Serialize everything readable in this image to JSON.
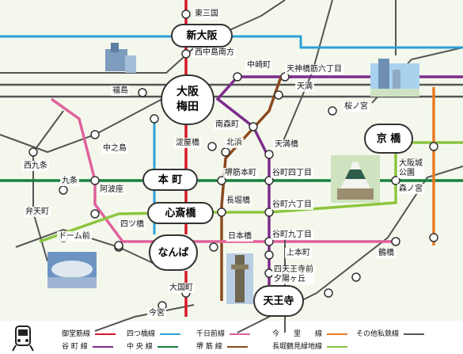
{
  "lines": [
    {
      "id": "midosuji",
      "color": "#d7192a"
    },
    {
      "id": "tanimachi",
      "color": "#7c2c8c"
    },
    {
      "id": "yotsubashi",
      "color": "#2ca0d8"
    },
    {
      "id": "chuo",
      "color": "#18803e"
    },
    {
      "id": "sennichimae",
      "color": "#e0619b"
    },
    {
      "id": "sakaisuji",
      "color": "#8c4a20"
    },
    {
      "id": "imazatosuji",
      "color": "#e97a26"
    },
    {
      "id": "nagahori",
      "color": "#8dc53e"
    },
    {
      "id": "private",
      "color": "#555555"
    }
  ],
  "hubs": {
    "shinosaka": "新大阪",
    "umeda": "大阪\n梅田",
    "kyobashi": "京 橋",
    "honmachi": "本 町",
    "shinsaibashi": "心斎橋",
    "namba": "なんば",
    "tennoji": "天王寺"
  },
  "stations": {
    "higashimikuni": "東三国",
    "nishinakajima": "西中島南方",
    "nakazakicho": "中崎町",
    "tenjinbashi": "天神橋筋六丁目",
    "fukushima": "福島",
    "tenma": "天満",
    "sakuranomiya": "桜ノ宮",
    "minamimorimachi": "南森町",
    "nakanoshima": "中之島",
    "yodoyabashi": "淀屋橋",
    "kitahama": "北浜",
    "temmabashi": "天満橋",
    "nishikujo": "西九条",
    "sakaisujihonmachi": "堺筋本町",
    "tanimachi4": "谷町四丁目",
    "osakajokoen": "大阪城\n公園",
    "morinomiya": "森ノ宮",
    "awaza": "阿波座",
    "kujo": "九条",
    "nagahoribashi": "長堀橋",
    "tanimachi6": "谷町六丁目",
    "bentencho": "弁天町",
    "domemae": "ドーム前",
    "yotsubashi_st": "四ツ橋",
    "nipponbashi": "日本橋",
    "tanimachi9": "谷町九丁目",
    "uehonmachi": "上本町",
    "tsuruhashi": "鶴橋",
    "shitennojimae": "四天王寺前\n夕陽ヶ丘",
    "daikokucho": "大国町",
    "imamiya": "今宮"
  },
  "legend": [
    {
      "label": "御堂筋線",
      "color": "#d7192a"
    },
    {
      "label": "谷 町 線",
      "color": "#7c2c8c"
    },
    {
      "label": "四つ橋線",
      "color": "#2ca0d8"
    },
    {
      "label": "中 央 線",
      "color": "#18803e"
    },
    {
      "label": "千日前線",
      "color": "#e0619b"
    },
    {
      "label": "堺 筋 線",
      "color": "#8c4a20"
    },
    {
      "label": "今　　里　　線",
      "color": "#e97a26"
    },
    {
      "label": "長堀鶴見緑地線",
      "color": "#8dc53e"
    },
    {
      "label": "その他私鉄線",
      "color": "#555555"
    }
  ]
}
